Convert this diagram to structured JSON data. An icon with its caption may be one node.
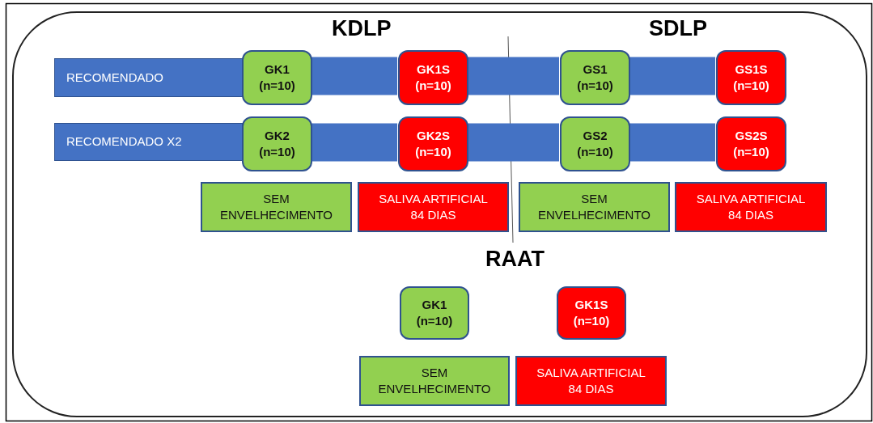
{
  "diagram": {
    "nodes": [
      {
        "text": [],
        "shape": "box"
      },
      {
        "text": [
          "RECOMENDADO"
        ],
        "in": 0
      },
      {
        "text": [
          "GK1",
          "(n=10)"
        ],
        "in": 0
      },
      {
        "text": [
          "GK1S",
          "(n=10)"
        ],
        "in": 0
      },
      {
        "text": [
          "GS1",
          "(n=10)"
        ],
        "in": 0
      },
      {
        "text": [
          "GS1S",
          "(n=10)"
        ],
        "in": 0
      },
      {
        "text": [
          "RECOMENDADO X2"
        ],
        "in": 0
      },
      {
        "text": [
          "GK2",
          "(n=10)"
        ],
        "in": 0
      },
      {
        "text": [
          "GK2S",
          "(n=10)"
        ],
        "in": 0
      },
      {
        "text": [
          "GS2",
          "(n=10)"
        ],
        "in": 0
      },
      {
        "text": [
          "GS2S",
          "(n=10)"
        ],
        "in": 0
      },
      {
        "text": [
          "SEM ENVELHECIMENTO"
        ],
        "in": 0
      },
      {
        "text": [
          "SALIVA ARTIFICIAL 84 DIAS"
        ],
        "in": 0
      },
      {
        "text": [
          "SEM ENVELHECIMENTO"
        ],
        "in": 0
      },
      {
        "text": [
          "SALIVA ARTIFICIAL 84 DIAS"
        ],
        "in": 0
      },
      {
        "text": [
          "GK1",
          "(n=10)"
        ],
        "in": 0
      },
      {
        "text": [
          "GK1S",
          "(n=10)"
        ],
        "in": 0
      },
      {
        "text": [
          "SEM ENVELHECIMENTO"
        ],
        "in": 0
      },
      {
        "text": [
          "SALIVA ARTIFICIAL 84 DIAS"
        ],
        "in": 0
      }
    ],
    "edges": [
      {
        "from": 2,
        "to": 3,
        "arrow": "none"
      },
      {
        "from": 3,
        "to": 4,
        "arrow": "none"
      },
      {
        "from": 4,
        "to": 5,
        "arrow": "none"
      },
      {
        "from": 7,
        "to": 8,
        "arrow": "none"
      },
      {
        "from": 8,
        "to": 9,
        "arrow": "none"
      },
      {
        "from": 9,
        "to": 10,
        "arrow": "none"
      }
    ],
    "labels": [
      "KDLP",
      "SDLP",
      "RAAT"
    ]
  }
}
